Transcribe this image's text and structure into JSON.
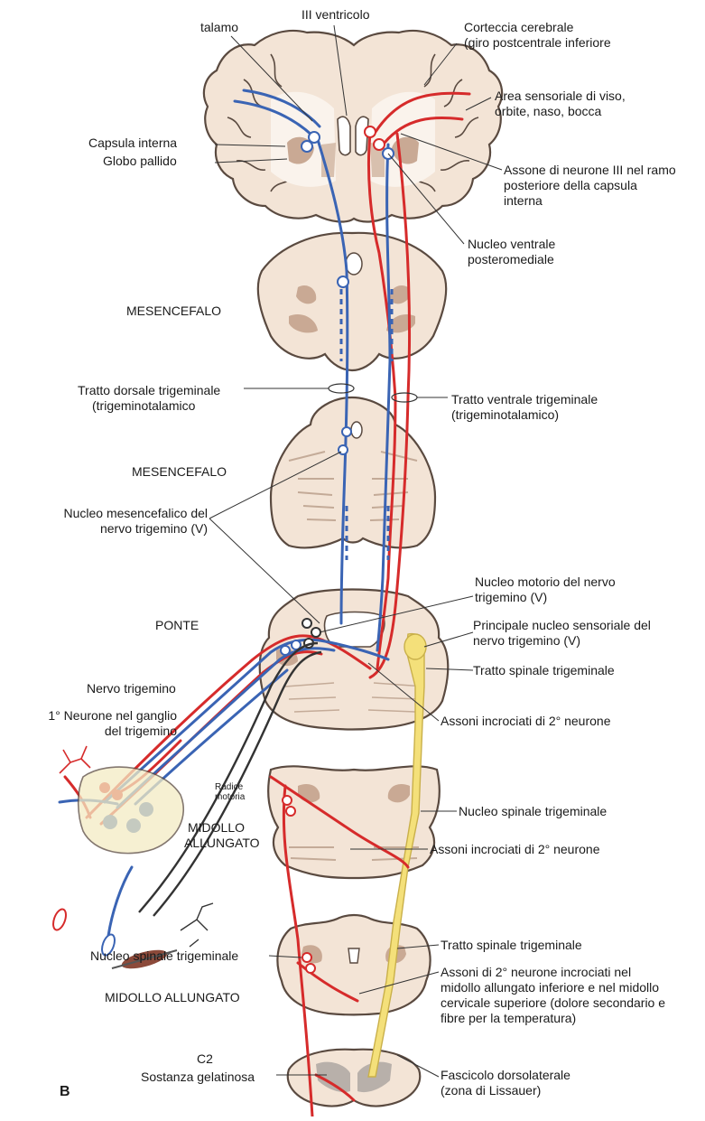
{
  "labels": {
    "talamo": "talamo",
    "terzo_ventricolo": "III ventricolo",
    "corteccia_1": "Corteccia cerebrale",
    "corteccia_2": "(giro postcentrale inferiore",
    "area_1": "Area sensoriale di viso,",
    "area_2": "orbite, naso, bocca",
    "capsula_interna": "Capsula interna",
    "globo_pallido": "Globo pallido",
    "assone_1": "Assone di neurone III nel ramo",
    "assone_2": "posteriore della capsula",
    "assone_3": "interna",
    "vpm_1": "Nucleo ventrale",
    "vpm_2": "posteromediale",
    "mesencefalo_1": "MESENCEFALO",
    "dorsale_1": "Tratto dorsale trigeminale",
    "dorsale_2": "(trigeminotalamico",
    "ventrale_1": "Tratto ventrale trigeminale",
    "ventrale_2": "(trigeminotalamico)",
    "mesencefalo_2": "MESENCEFALO",
    "mesenc_nucleo_1": "Nucleo mesencefalico del",
    "mesenc_nucleo_2": "nervo trigemino (V)",
    "motorio_1": "Nucleo motorio del nervo",
    "motorio_2": "trigemino (V)",
    "ponte": "PONTE",
    "principale_1": "Principale nucleo sensoriale del",
    "principale_2": "nervo trigemino (V)",
    "tratto_spinale_1": "Tratto spinale trigeminale",
    "nervo_trigemino": "Nervo trigemino",
    "neurone1_1": "1° Neurone nel ganglio",
    "neurone1_2": "del trigemino",
    "assoni_incr_1": "Assoni incrociati di 2° neurone",
    "radice_1": "Radice",
    "radice_2": "motoria",
    "nucleo_spinale_1": "Nucleo spinale trigeminale",
    "midollo_1a": "MIDOLLO",
    "midollo_1b": "ALLUNGATO",
    "assoni_incr_2": "Assoni incrociati di 2° neurone",
    "nucleo_spinale_2": "Nucleo spinale trigeminale",
    "tratto_spinale_2": "Tratto spinale trigeminale",
    "assoni2_1": "Assoni di 2° neurone incrociati nel",
    "assoni2_2": "midollo allungato inferiore e nel midollo",
    "assoni2_3": "cervicale superiore (dolore secondario e",
    "assoni2_4": "fibre per la temperatura)",
    "midollo_2": "MIDOLLO ALLUNGATO",
    "c2": "C2",
    "sostanza": "Sostanza gelatinosa",
    "fascicolo_1": "Fascicolo dorsolaterale",
    "fascicolo_2": "(zona di Lissauer)",
    "panel": "B"
  },
  "colors": {
    "tissue": "#f3e4d6",
    "tissue_outline": "#5a4a40",
    "nuclei": "#c9a994",
    "red_pathway": "#d62b2b",
    "blue_pathway": "#3a64b4",
    "yellow_tract": "#f4e07a",
    "leader": "#333333"
  }
}
